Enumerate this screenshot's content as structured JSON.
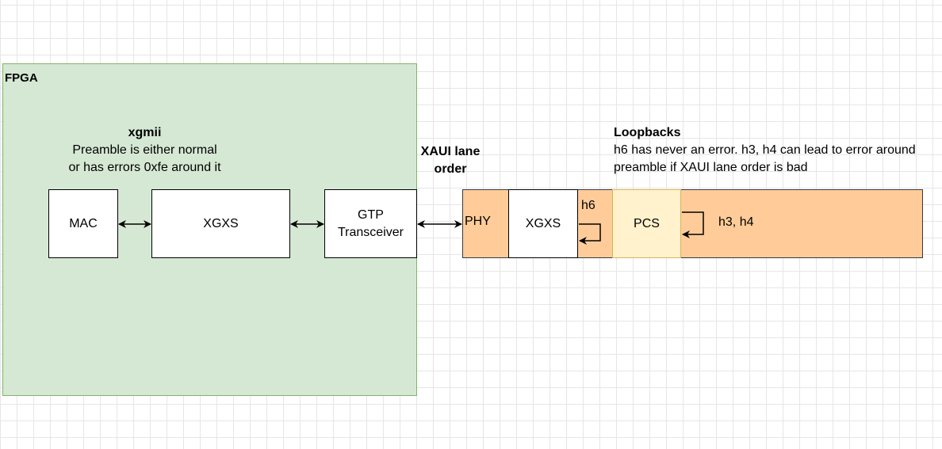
{
  "fpga": {
    "label": "FPGA"
  },
  "blocks": {
    "mac": "MAC",
    "xgxs_fpga": "XGXS",
    "gtp_line1": "GTP",
    "gtp_line2": "Transceiver",
    "phy": "PHY",
    "xgxs_phy": "XGXS",
    "pcs": "PCS"
  },
  "loopback_labels": {
    "h6": "h6",
    "h3h4": "h3, h4"
  },
  "notes": {
    "xgmii_title": "xgmii",
    "xgmii_line1": "Preamble is either normal",
    "xgmii_line2": "or has errors 0xfe around it",
    "xaui": "XAUI lane order",
    "loopbacks_title": "Loopbacks",
    "loopbacks_line1": "h6 has never an error. h3, h4 can lead to error around",
    "loopbacks_line2": "preamble if XAUI lane order is bad"
  },
  "colors": {
    "fpga_fill": "#d5e8d4",
    "fpga_stroke": "#82b366",
    "phy_fill": "#ffcc99",
    "pcs_fill": "#fff2cc",
    "pcs_stroke": "#d6b656"
  }
}
